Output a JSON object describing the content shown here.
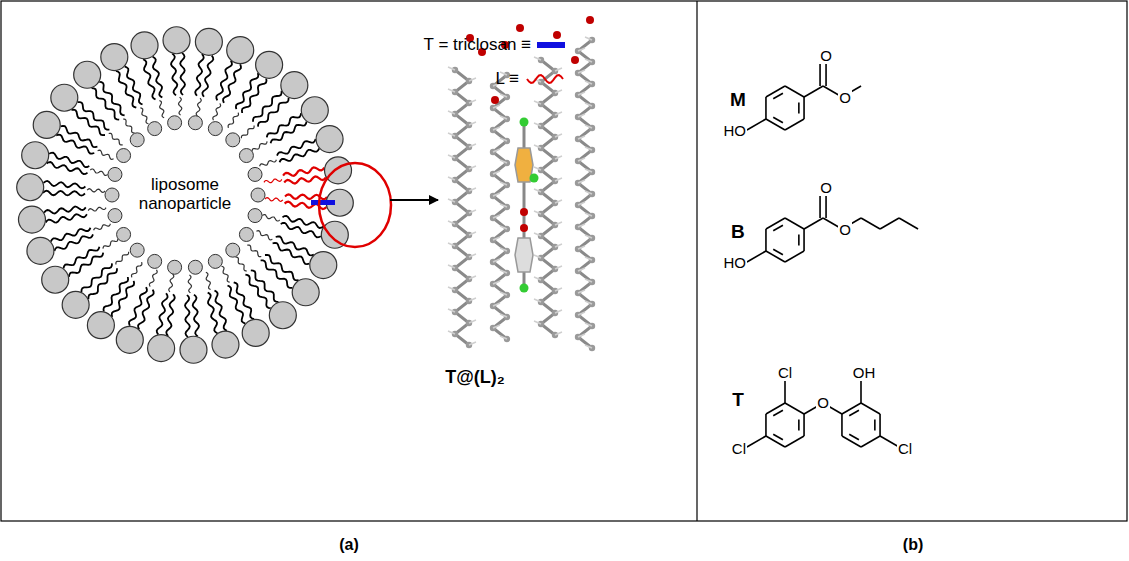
{
  "diagram": {
    "labels": [
      "liposome nanoparticle",
      "T@(L)₂",
      "M",
      "O",
      "O",
      "HO",
      "B",
      "O",
      "O",
      "HO",
      "T",
      "Cl",
      "OH",
      "O",
      "Cl",
      "Cl",
      "(a)",
      "(b)"
    ],
    "legend": [
      {
        "text": "T = triclosan ≡",
        "color": "#1010e0"
      },
      {
        "text": "L ≡"
      }
    ]
  }
}
